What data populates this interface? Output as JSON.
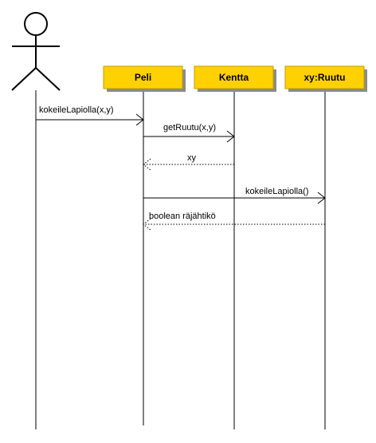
{
  "actor": {
    "name": ""
  },
  "objects": [
    {
      "id": "peli",
      "label": "Peli"
    },
    {
      "id": "kentta",
      "label": "Kentta"
    },
    {
      "id": "ruutu",
      "label": "xy:Ruutu"
    }
  ],
  "messages": [
    {
      "id": "m1",
      "label": "kokeileLapiolla(x,y)",
      "kind": "call",
      "from": "actor",
      "to": "peli"
    },
    {
      "id": "m2",
      "label": "getRuutu(x,y)",
      "kind": "call",
      "from": "peli",
      "to": "kentta"
    },
    {
      "id": "m3",
      "label": "xy",
      "kind": "return",
      "from": "kentta",
      "to": "peli"
    },
    {
      "id": "m4",
      "label": "kokeileLapiolla()",
      "kind": "call",
      "from": "peli",
      "to": "ruutu"
    },
    {
      "id": "m5",
      "label": "boolean räjähtikö",
      "kind": "return",
      "from": "ruutu",
      "to": "peli"
    }
  ],
  "colors": {
    "object_fill": "#ffd100",
    "object_border": "#c79a00",
    "shadow": "#8a8a8a",
    "line": "#000000"
  }
}
